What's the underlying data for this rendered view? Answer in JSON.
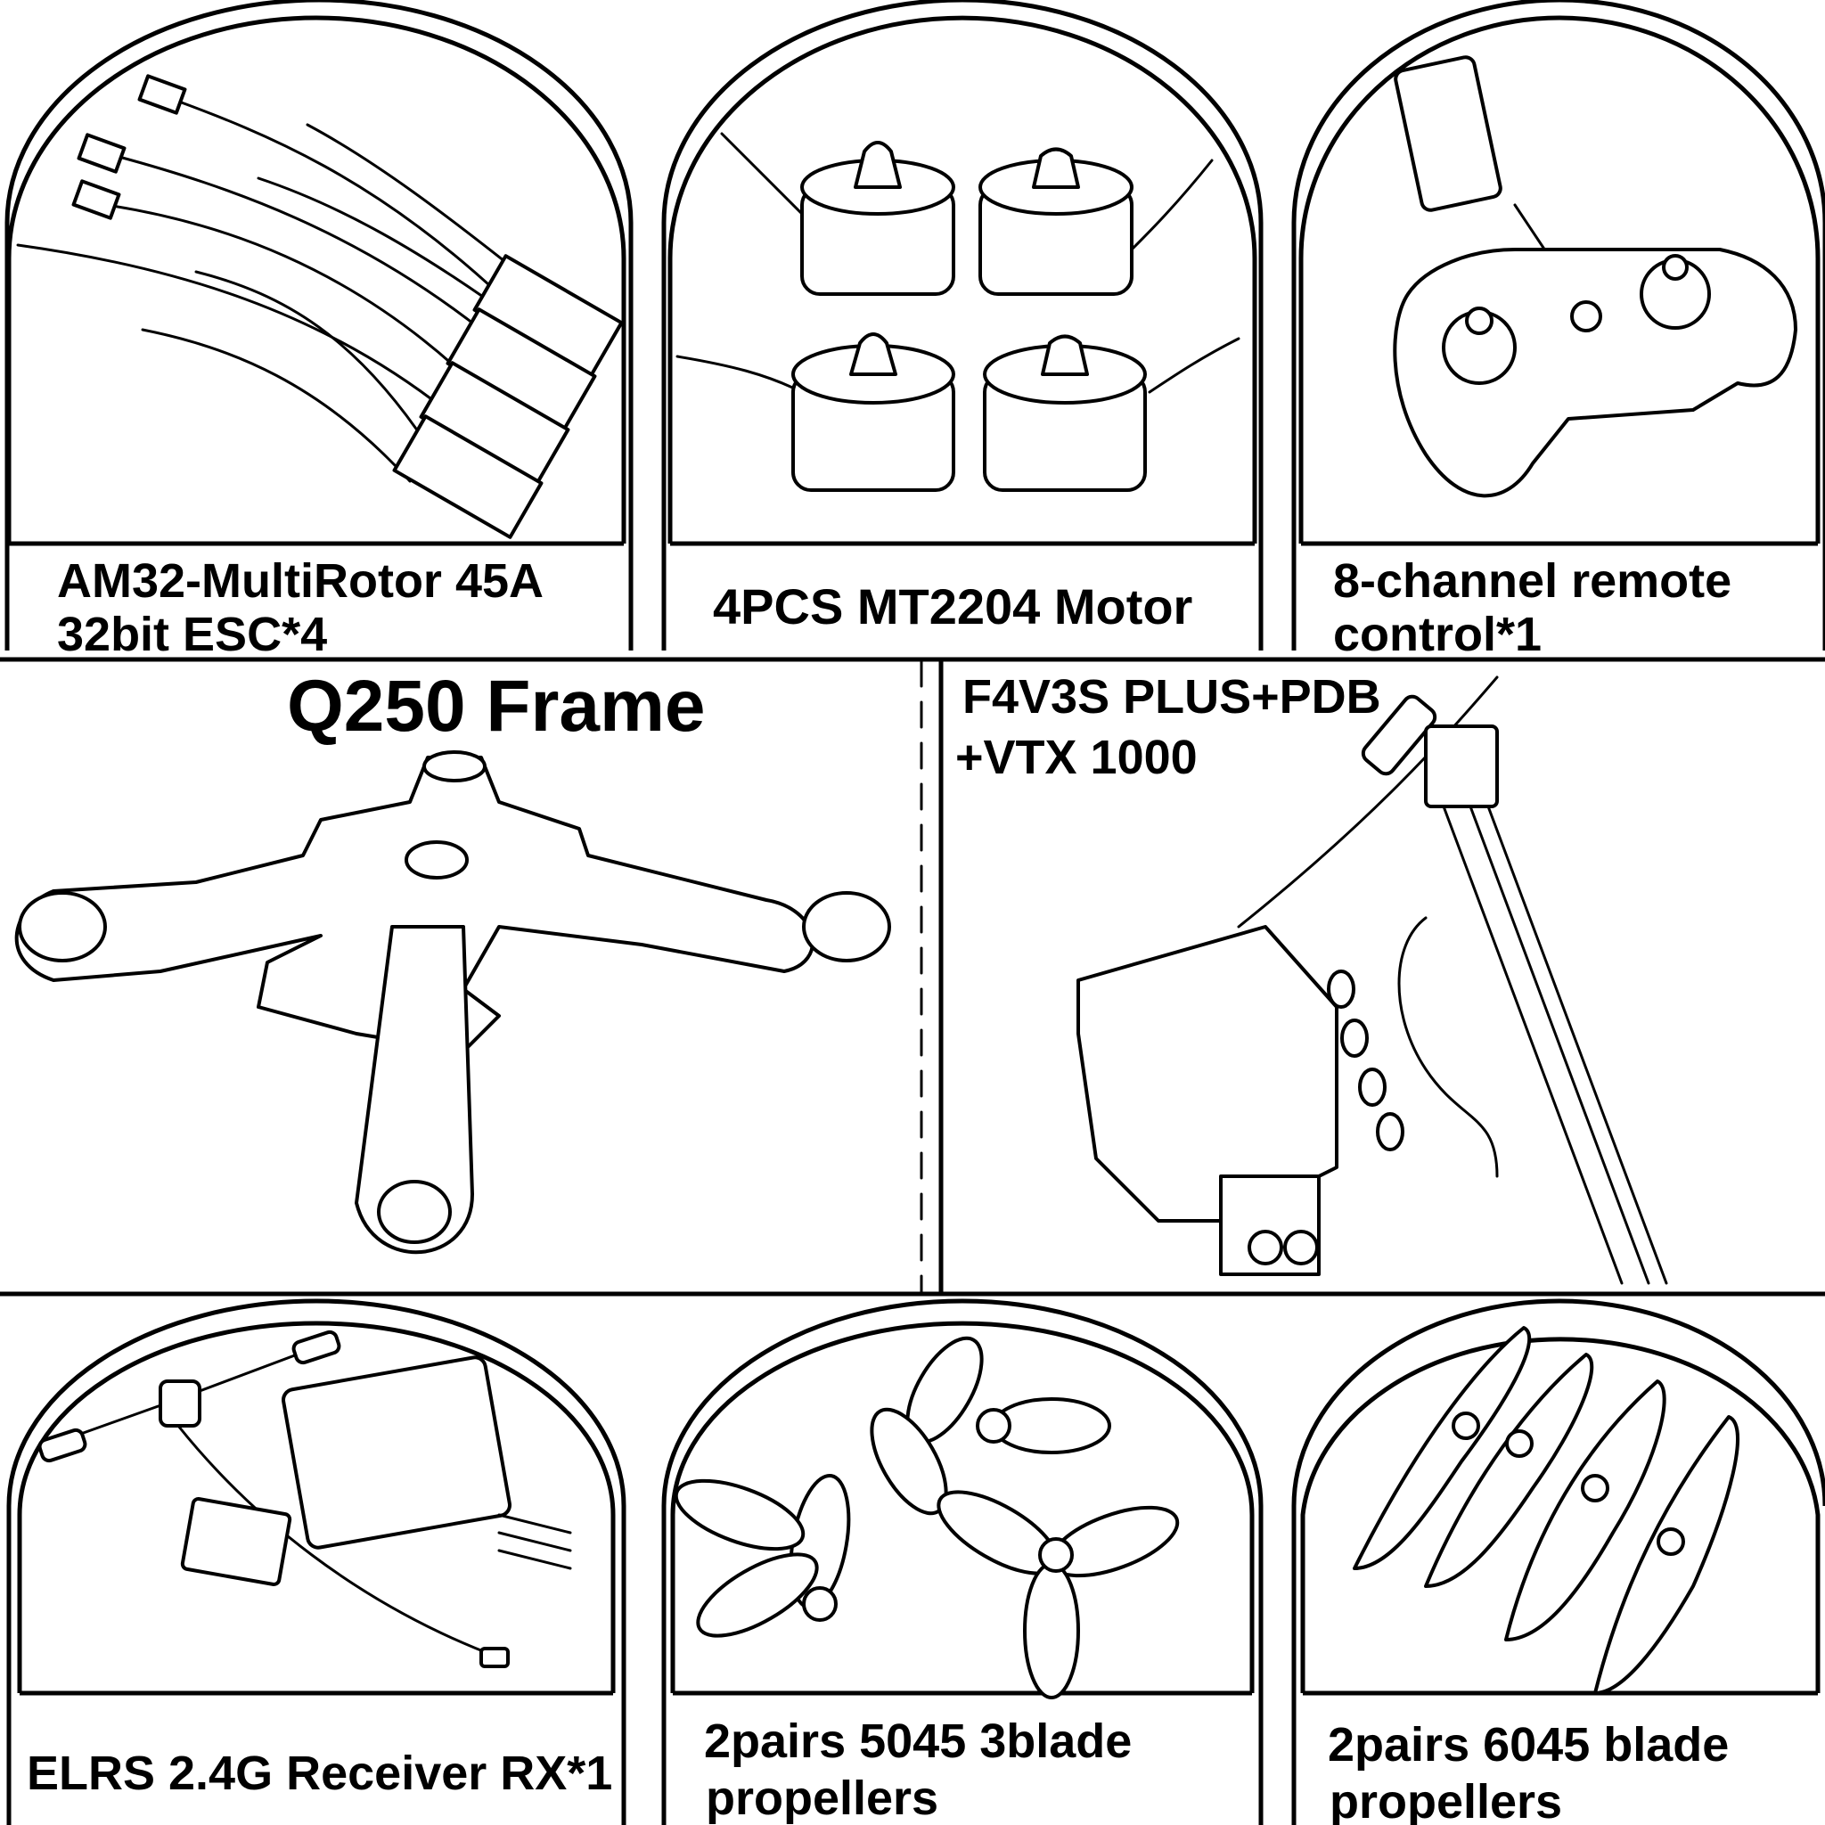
{
  "colors": {
    "ink": "#000000",
    "paper": "#ffffff"
  },
  "panels": {
    "esc": {
      "line1": "AM32-MultiRotor 45A",
      "line2": "32bit ESC*4",
      "icon": "esc-icon"
    },
    "motor": {
      "line1": "4PCS MT2204 Motor",
      "icon": "motor-icon"
    },
    "remote": {
      "line1": "8-channel remote",
      "line2": "control*1",
      "icon": "remote-control-icon"
    },
    "frame": {
      "line1": "Q250 Frame",
      "icon": "quad-frame-icon"
    },
    "fc": {
      "line1": "F4V3S PLUS+PDB",
      "line2": "+VTX 1000",
      "icon": "flight-controller-icon"
    },
    "receiver": {
      "line1": "ELRS 2.4G Receiver RX*1",
      "icon": "receiver-icon"
    },
    "prop3": {
      "line1": "2pairs 5045 3blade",
      "line2": "propellers",
      "icon": "three-blade-propeller-icon"
    },
    "prop2": {
      "line1": "2pairs 6045 blade",
      "line2": "propellers",
      "icon": "two-blade-propeller-icon"
    }
  }
}
